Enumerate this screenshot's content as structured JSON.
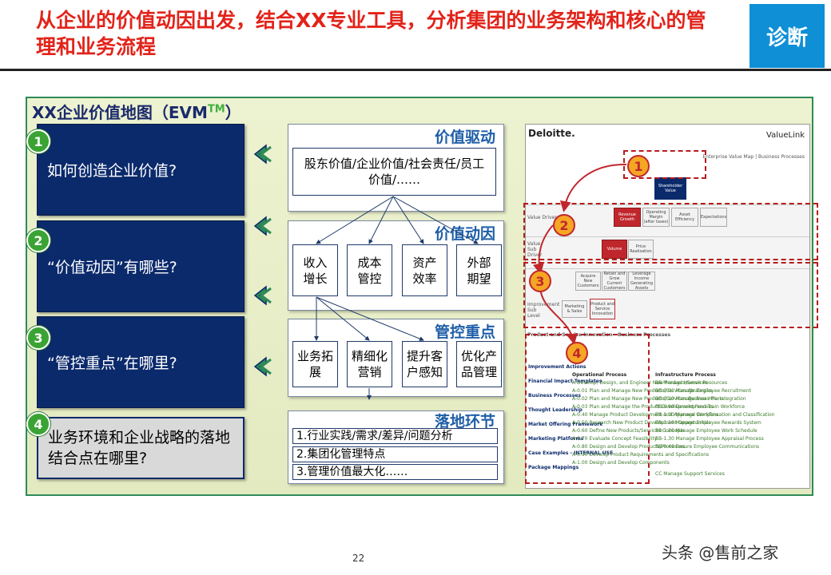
{
  "header": {
    "title": "从企业的价值动因出发，结合XX专业工具，分析集团的业务架构和核心的管理和业务流程",
    "badge": "诊断"
  },
  "panel": {
    "title": "XX企业价值地图（EVM",
    "title_sup": "TM",
    "title_end": "）"
  },
  "questions": [
    {
      "num": "1",
      "text": "如何创造企业价值?"
    },
    {
      "num": "2",
      "text": "“价值动因”有哪些?"
    },
    {
      "num": "3",
      "text": "“管控重点”在哪里?"
    },
    {
      "num": "4",
      "text": "业务环境和企业战略的落地结合点在哪里?"
    }
  ],
  "sections": {
    "drive": {
      "heading": "价值驱动",
      "box": "股东价值/企业价值/社会责任/员工价值/……"
    },
    "factors": {
      "heading": "价值动因",
      "cells": [
        "收入增长",
        "成本管控",
        "资产效率",
        "外部期望"
      ]
    },
    "control": {
      "heading": "管控重点",
      "cells": [
        "业务拓展",
        "精细化营销",
        "提升客户感知",
        "优化产品管理"
      ]
    },
    "landing": {
      "heading": "落地环节",
      "lines": [
        "1.行业实践/需求/差异/问题分析",
        "2.集团化管理特点",
        "3.管理价值最大化……"
      ]
    }
  },
  "screenshot": {
    "brand": "Deloitte.",
    "product": "ValueLink",
    "breadcrumb": "Enterprise Value Map | Business Processes",
    "root": "Shareholder Value",
    "drivers": [
      "Revenue Growth",
      "Operating Margin (after taxes)",
      "Asset Efficiency",
      "Expectations"
    ],
    "row_labels": [
      "Value Driver",
      "Value Sub Driver",
      "Improvement Sub Level"
    ],
    "sub_drivers": [
      "Volume",
      "Price Realization"
    ],
    "improvements": [
      "Acquire New Customers",
      "Retain and Grow Current Customers",
      "Leverage Income Generating Assets"
    ],
    "sublevel": [
      "Marketing & Sales",
      "Product and Service Innovation"
    ],
    "process_header": "Product and Service Innovation - Business Processes",
    "left_menu": [
      "Improvement Actions",
      "Financial Impact Templates",
      "Business Processes",
      "Thought Leadership",
      "Market Offering Framework",
      "Marketing Platforms",
      "Case Examples - INTERNAL USE",
      "Package Mappings"
    ],
    "op_title": "Operational Process",
    "op_items": [
      "A Develop, Design, and Engineer New Products/Services",
      "A-0.01 Plan and Manage New Products/Services Strategies",
      "A-0.02 Plan and Manage New Products/Services Business Plans",
      "A-0.03 Plan and Manage the Product Development Process",
      "A-0.40 Manage Product Development and Approval Workflow",
      "A-0.50 Research New Product Development Opportunities",
      "A-0.60 Define New Products/Services Concepts",
      "A-0.70 Evaluate Concept Feasibility",
      "A-0.80 Design and Develop Products/Processes",
      "A-0.90 Develop Product Requirements and Specifications",
      "A-1.00 Design and Develop Components"
    ],
    "infra_title": "Infrastructure Process",
    "infra_items": [
      "BB Manage Human Resources",
      "BB-0.01 Manage Employee Recruitment",
      "BB-0.10 Manage New Hire Integration",
      "BB-0.80 Develop and Train Workforce",
      "BB-1.00 Manage Compensation and Classification",
      "BB-1.10 Manage Employee Rewards System",
      "BB-1.20 Manage Employee Work Schedule",
      "BB-1.30 Manage Employee Appraisal Process",
      "BB-0.40 Ensure Employee Communications",
      "CC Manage Support Services"
    ],
    "callouts": [
      "1",
      "2",
      "3",
      "4"
    ]
  },
  "footer": {
    "page": "22",
    "watermark": "头条 @售前之家"
  }
}
